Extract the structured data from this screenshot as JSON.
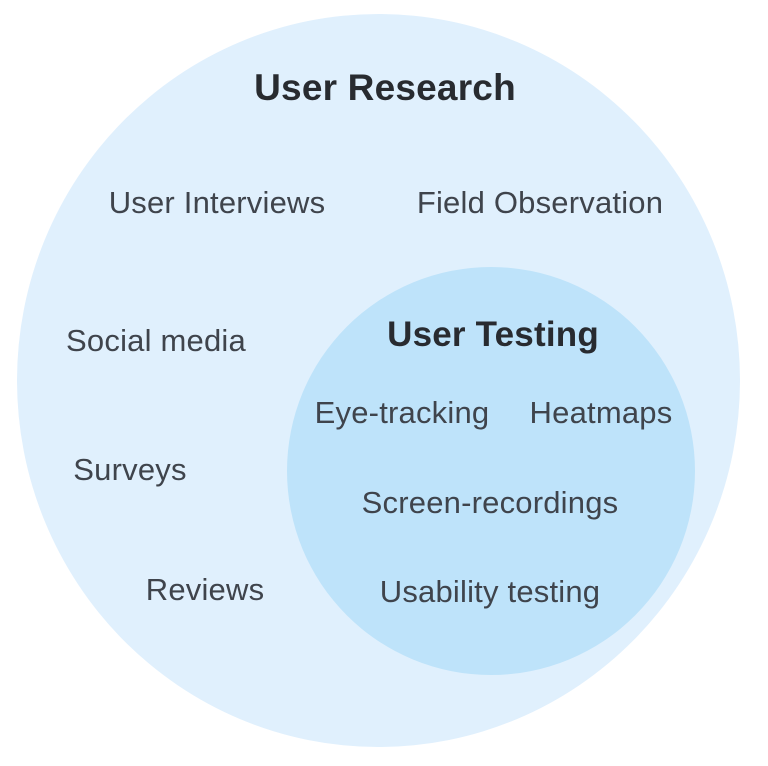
{
  "diagram": {
    "type": "nested-euler-diagram",
    "outer": {
      "title": "User Research",
      "items": [
        {
          "label": "User Interviews"
        },
        {
          "label": "Field Observation"
        },
        {
          "label": "Social media"
        },
        {
          "label": "Surveys"
        },
        {
          "label": "Reviews"
        }
      ]
    },
    "inner": {
      "title": "User Testing",
      "items": [
        {
          "label": "Eye-tracking"
        },
        {
          "label": "Heatmaps"
        },
        {
          "label": "Screen-recordings"
        },
        {
          "label": "Usability testing"
        }
      ]
    },
    "colors": {
      "background": "#FFFFFF",
      "outer_circle_fill": "#E0F0FD",
      "inner_circle_fill": "#BEE3FA",
      "title_text": "#282B30",
      "item_text": "#3F444C"
    }
  }
}
